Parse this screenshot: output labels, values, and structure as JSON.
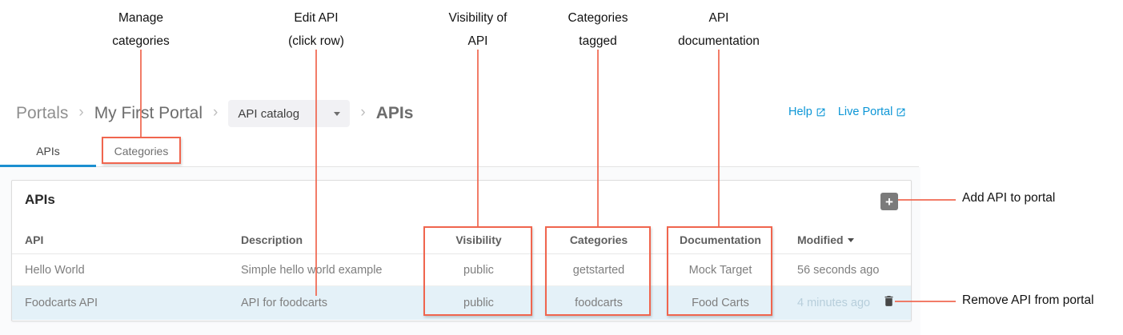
{
  "annotations": {
    "accent_color": "#f0654e",
    "manage_categories": {
      "line1": "Manage",
      "line2": "categories"
    },
    "edit_api": {
      "line1": "Edit API",
      "line2": "(click row)"
    },
    "visibility_of_api": {
      "line1": "Visibility of",
      "line2": "API"
    },
    "categories_tagged": {
      "line1": "Categories",
      "line2": "tagged"
    },
    "api_documentation": {
      "line1": "API",
      "line2": "documentation"
    },
    "add_api_to_portal": "Add API to portal",
    "remove_api_from_portal": "Remove API from portal"
  },
  "breadcrumb": {
    "portals": "Portals",
    "separator": "›",
    "portal_name": "My First Portal",
    "catalog_dropdown": {
      "value": "API catalog"
    },
    "current_page": "APIs"
  },
  "top_links": {
    "help": "Help",
    "live_portal": "Live Portal",
    "link_color": "#0c96d6"
  },
  "tabs": {
    "apis": "APIs",
    "categories": "Categories",
    "active_tab": "APIs",
    "active_underline_color": "#1b8fd0"
  },
  "panel": {
    "title": "APIs",
    "add_button_icon": "+",
    "table": {
      "columns": [
        "API",
        "Description",
        "Visibility",
        "Categories",
        "Documentation",
        "Modified"
      ],
      "sort_column": "Modified",
      "sort_direction": "desc",
      "highlight_color": "#e4f1f8",
      "rows": [
        {
          "api": "Hello World",
          "description": "Simple hello world example",
          "visibility": "public",
          "categories": "getstarted",
          "documentation": "Mock Target",
          "modified": "56 seconds ago",
          "highlighted": false
        },
        {
          "api": "Foodcarts API",
          "description": "API for foodcarts",
          "visibility": "public",
          "categories": "foodcarts",
          "documentation": "Food Carts",
          "modified": "4 minutes ago",
          "highlighted": true
        }
      ]
    }
  }
}
